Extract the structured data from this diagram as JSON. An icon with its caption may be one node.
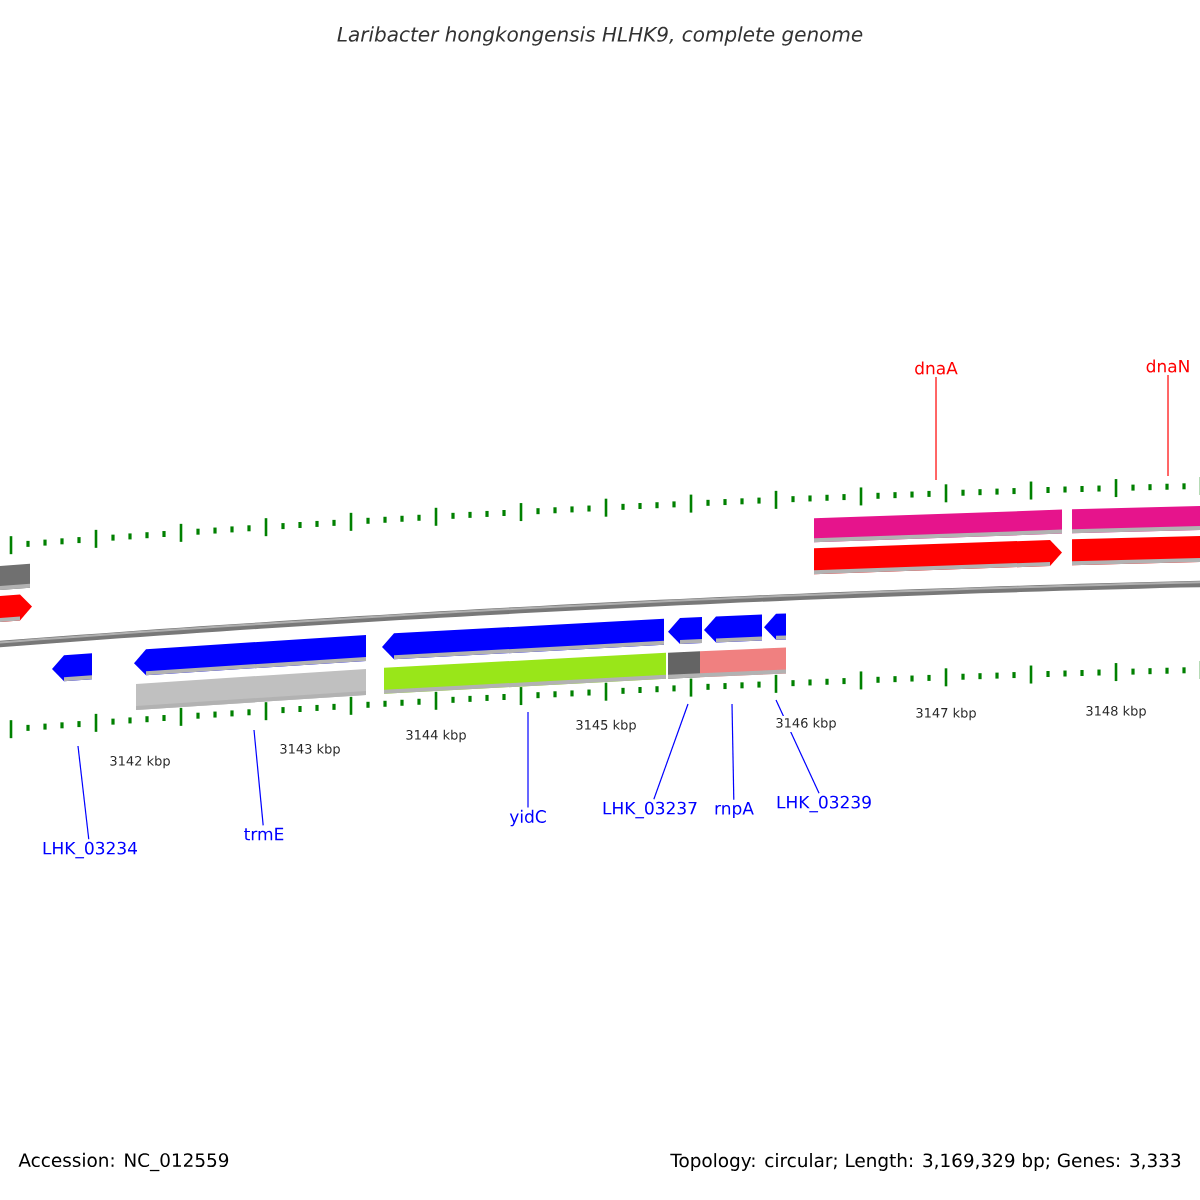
{
  "diagram": {
    "title": "*Laribacter hongkongensis* HLHK9, complete genome",
    "nodes": [
      {
        "text": [
          "LHK_03234"
        ]
      },
      {
        "text": [
          "trmE"
        ]
      },
      {
        "text": [
          "yidC"
        ]
      },
      {
        "text": [
          "LHK_03237"
        ]
      },
      {
        "text": [
          "rnpA"
        ]
      },
      {
        "text": [
          "LHK_03239"
        ]
      },
      {
        "text": [
          "dnaA"
        ]
      },
      {
        "text": [
          "dnaN"
        ]
      }
    ],
    "edges": [
      {
        "from": 0,
        "to": null,
        "arrow": "none"
      },
      {
        "from": 1,
        "to": null,
        "arrow": "none"
      },
      {
        "from": 2,
        "to": null,
        "arrow": "none"
      },
      {
        "from": 3,
        "to": null,
        "arrow": "none"
      },
      {
        "from": 4,
        "to": null,
        "arrow": "none"
      },
      {
        "from": 5,
        "to": null,
        "arrow": "none"
      },
      {
        "from": 6,
        "to": null,
        "arrow": "none",
        "color": "#ff0000"
      },
      {
        "from": 7,
        "to": null,
        "arrow": "none",
        "color": "#ff0000"
      }
    ],
    "labels": [
      "3142 kbp",
      "3143 kbp",
      "3144 kbp",
      "3145 kbp",
      "3146 kbp",
      "3147 kbp",
      "3148 kbp",
      "Accession: NC_012559",
      "Topology: circular; Length: 3,169,329 bp; Genes: 3,333"
    ]
  }
}
